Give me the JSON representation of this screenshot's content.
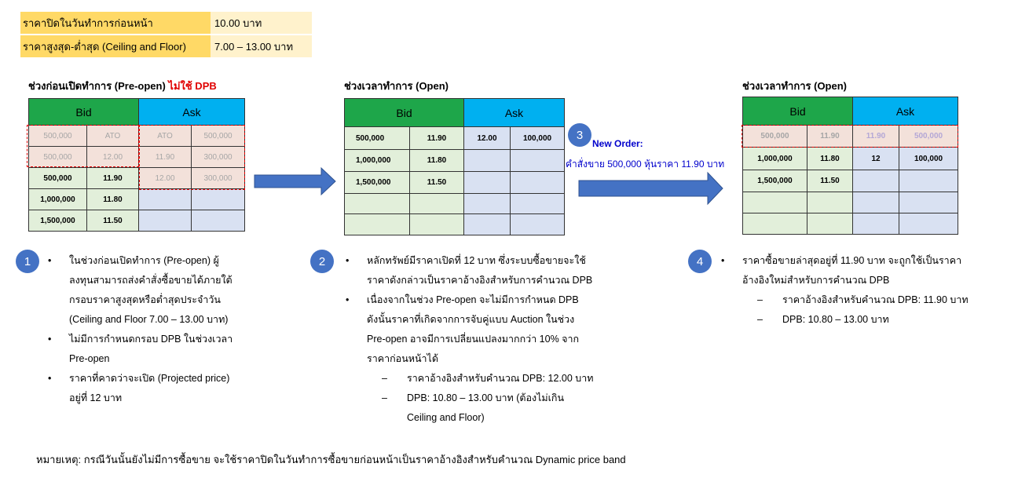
{
  "info": {
    "prev_close_label": "ราคาปิดในวันทำการก่อนหน้า",
    "prev_close_value": "10.00 บาท",
    "ceiling_floor_label": "ราคาสูงสุด-ต่ำสุด (Ceiling and Floor)",
    "ceiling_floor_value": "7.00 – 13.00 บาท"
  },
  "panel1": {
    "title_main": "ช่วงก่อนเปิดทำการ (Pre-open) ",
    "title_red": "ไม่ใช้ DPB",
    "bid_header": "Bid",
    "ask_header": "Ask",
    "rows": [
      [
        "500,000",
        "ATO",
        "ATO",
        "500,000"
      ],
      [
        "500,000",
        "12.00",
        "11.90",
        "300,000"
      ],
      [
        "500,000",
        "11.90",
        "12.00",
        "300,000"
      ],
      [
        "1,000,000",
        "11.80",
        "",
        ""
      ],
      [
        "1,500,000",
        "11.50",
        "",
        ""
      ]
    ]
  },
  "panel2": {
    "title": "ช่วงเวลาทำการ  (Open)",
    "bid_header": "Bid",
    "ask_header": "Ask",
    "rows": [
      [
        "500,000",
        "11.90",
        "12.00",
        "100,000"
      ],
      [
        "1,000,000",
        "11.80",
        "",
        ""
      ],
      [
        "1,500,000",
        "11.50",
        "",
        ""
      ],
      [
        "",
        "",
        "",
        ""
      ],
      [
        "",
        "",
        "",
        ""
      ]
    ]
  },
  "panel3": {
    "title": "ช่วงเวลาทำการ  (Open)",
    "bid_header": "Bid",
    "ask_header": "Ask",
    "rows": [
      [
        "500,000",
        "11.90",
        "11.90",
        "500,000"
      ],
      [
        "1,000,000",
        "11.80",
        "12",
        "100,000"
      ],
      [
        "1,500,000",
        "11.50",
        "",
        ""
      ],
      [
        "",
        "",
        "",
        ""
      ],
      [
        "",
        "",
        "",
        ""
      ]
    ]
  },
  "new_order": {
    "step": "3",
    "title": "New Order:",
    "desc": "คำสั่งขาย 500,000 หุ้นราคา 11.90 บาท"
  },
  "steps": [
    "1",
    "2",
    "4"
  ],
  "notes1": {
    "b1": "ในช่วงก่อนเปิดทำการ (Pre-open) ผู้",
    "b1_2": "ลงทุนสามารถส่งคำสั่งซื้อขายได้ภายใต้",
    "b1_3": "กรอบราคาสูงสุดหรือต่ำสุดประจำวัน",
    "b1_4": "(Ceiling and Floor 7.00  –  13.00 บาท)",
    "b2": "ไม่มีการกำหนดกรอบ DPB ในช่วงเวลา",
    "b2_2": "Pre-open",
    "b3": "ราคาที่คาดว่าจะเปิด (Projected price)",
    "b3_2": "อยู่ที่ 12 บาท"
  },
  "notes2": {
    "b1": "หลักทรัพย์มีราคาเปิดที่ 12 บาท ซึ่งระบบซื้อขายจะใช้",
    "b1_2": "ราคาดังกล่าวเป็นราคาอ้างอิงสำหรับการคำนวณ DPB",
    "b2": "เนื่องจากในช่วง Pre-open จะไม่มีการกำหนด DPB",
    "b2_2": "ดังนั้นราคาที่เกิดจากการจับคู่แบบ Auction ในช่วง",
    "b2_3": "Pre-open อาจมีการเปลี่ยนแปลงมากกว่า 10% จาก",
    "b2_4": "ราคาก่อนหน้าได้",
    "d1": "ราคาอ้างอิงสำหรับคำนวณ DPB: 12.00 บาท",
    "d2": "DPB:   10.80   –   13.00   บาท (ต้องไม่เกิน",
    "d2_2": "Ceiling and Floor)"
  },
  "notes4": {
    "b1": "ราคาซื้อขายล่าสุดอยู่ที่ 11.90 บาท จะถูกใช้เป็นราคา",
    "b1_2": "อ้างอิงใหม่สำหรับการคำนวณ DPB",
    "d1": "ราคาอ้างอิงสำหรับคำนวณ DPB: 11.90 บาท",
    "d2": "DPB: 10.80 – 13.00 บาท"
  },
  "footnote": "หมายเหตุ: กรณีวันนั้นยังไม่มีการซื้อขาย จะใช้ราคาปิดในวันทำการซื้อขายก่อนหน้าเป็นราคาอ้างอิงสำหรับคำนวณ Dynamic price band",
  "colors": {
    "bid": "#1ea64a",
    "ask": "#00b0f0",
    "step_circle": "#4472c4",
    "dashed": "#e00000"
  }
}
